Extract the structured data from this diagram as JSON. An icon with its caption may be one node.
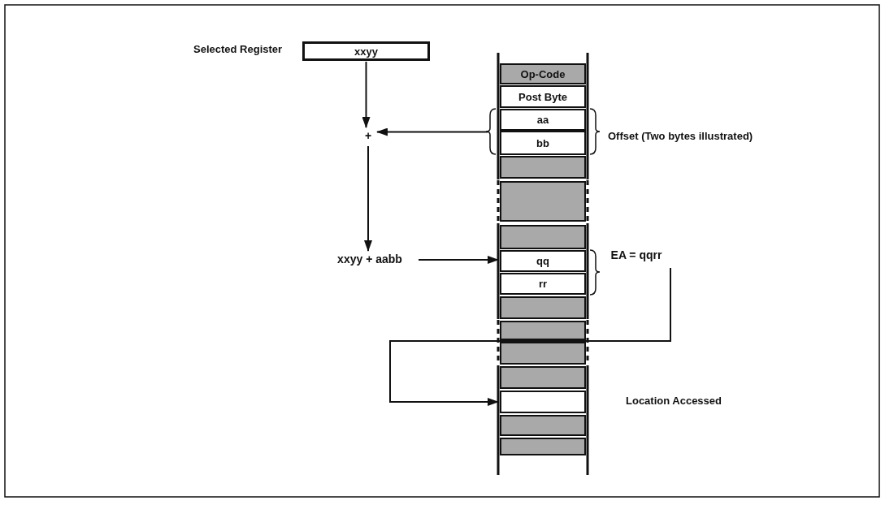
{
  "diagram": {
    "nodes": [
      {
        "text": [
          "xxyy"
        ],
        "beside": [
          "Selected Register"
        ]
      },
      {
        "text": [
          "Op-Code"
        ]
      },
      {
        "text": [
          "Post Byte"
        ]
      },
      {
        "text": [
          "+"
        ]
      },
      {
        "text": [
          "aa"
        ]
      },
      {
        "text": [
          "bb"
        ]
      },
      {
        "text": [],
        "shape": "box"
      },
      {
        "text": [],
        "shape": "box"
      },
      {
        "text": [],
        "shape": "box"
      },
      {
        "text": [
          "xxyy + aabb"
        ]
      },
      {
        "text": [
          "qq"
        ]
      },
      {
        "text": [
          "rr"
        ]
      },
      {
        "text": [
          "EA = qqrr"
        ]
      },
      {
        "text": [],
        "shape": "box"
      },
      {
        "text": [],
        "shape": "box"
      },
      {
        "text": [],
        "shape": "box"
      },
      {
        "text": [],
        "shape": "box"
      },
      {
        "text": [],
        "shape": "box",
        "beside": [
          "Location Accessed"
        ]
      },
      {
        "text": [],
        "shape": "box"
      },
      {
        "text": [],
        "shape": "box"
      }
    ],
    "edges": [
      {
        "from": 0,
        "to": 3,
        "arrow": "to"
      },
      {
        "from": 4,
        "to": 3,
        "arrow": "to"
      },
      {
        "from": 5,
        "to": 3,
        "arrow": "to"
      },
      {
        "from": 3,
        "to": 9,
        "arrow": "to"
      },
      {
        "from": 9,
        "to": 10,
        "arrow": "to"
      },
      {
        "from": 12,
        "to": 17,
        "arrow": "to"
      }
    ],
    "labels": [
      "Offset (Two bytes illustrated)"
    ]
  }
}
